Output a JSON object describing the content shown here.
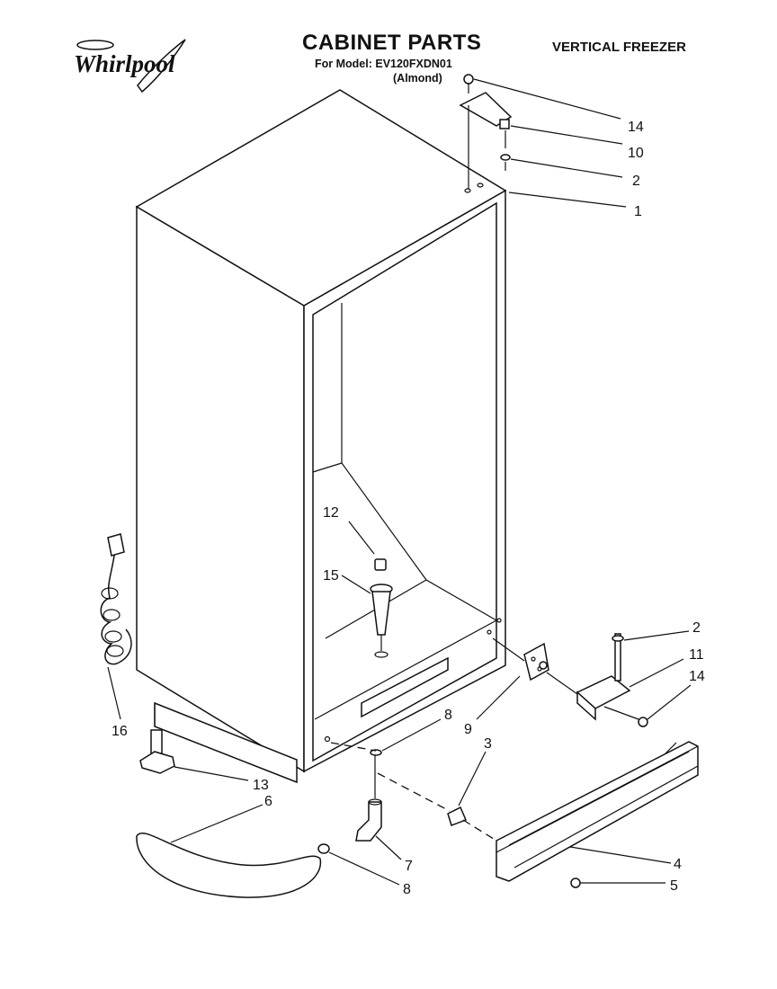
{
  "header": {
    "brand": "Whirlpool",
    "title": "CABINET PARTS",
    "model_line": "For Model: EV120FXDN01",
    "color_line": "(Almond)",
    "category": "VERTICAL FREEZER"
  },
  "callouts": {
    "c14_top": "14",
    "c10": "10",
    "c2_top": "2",
    "c1": "1",
    "c12": "12",
    "c15": "15",
    "c2_right": "2",
    "c11": "11",
    "c14_right": "14",
    "c16": "16",
    "c9": "9",
    "c8_mid": "8",
    "c3": "3",
    "c13": "13",
    "c6": "6",
    "c4": "4",
    "c7": "7",
    "c8_bottom": "8",
    "c5": "5"
  }
}
